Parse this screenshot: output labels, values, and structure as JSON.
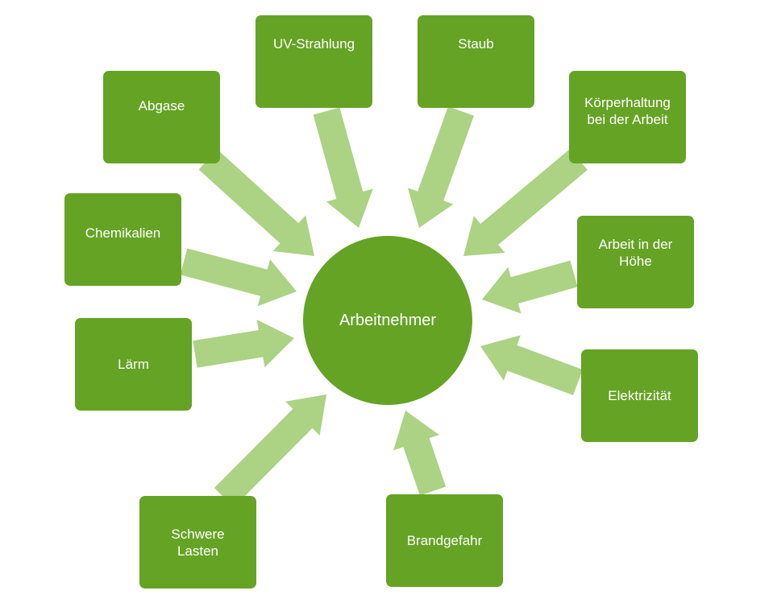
{
  "diagram": {
    "center": {
      "label": "Arbeitnehmer"
    },
    "colors": {
      "box": "#65a325",
      "arrow": "#acd283",
      "text": "#ffffff",
      "background": "#ffffff"
    },
    "hazards": [
      {
        "id": "uv",
        "label": "UV-Strahlung"
      },
      {
        "id": "staub",
        "label": "Staub"
      },
      {
        "id": "abgase",
        "label": "Abgase"
      },
      {
        "id": "koerperhaltung",
        "label": "Körperhaltung\nbei der Arbeit"
      },
      {
        "id": "chemikalien",
        "label": "Chemikalien"
      },
      {
        "id": "hoehe",
        "label": "Arbeit in der\nHöhe"
      },
      {
        "id": "laerm",
        "label": "Lärm"
      },
      {
        "id": "elektrizitaet",
        "label": "Elektrizität"
      },
      {
        "id": "lasten",
        "label": "Schwere\nLasten"
      },
      {
        "id": "brand",
        "label": "Brandgefahr"
      }
    ]
  }
}
